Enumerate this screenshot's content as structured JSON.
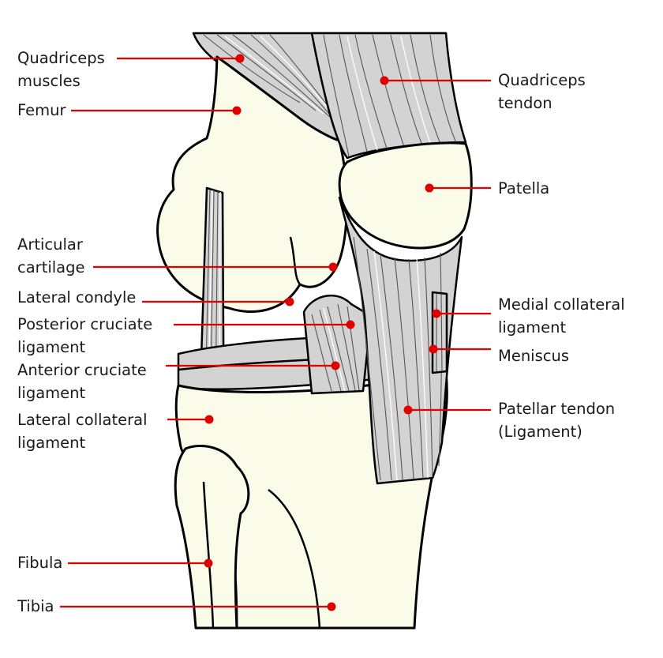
{
  "labels": {
    "quadriceps_muscles": [
      "Quadriceps",
      "muscles"
    ],
    "femur": [
      "Femur"
    ],
    "articular_cartilage": [
      "Articular",
      "cartilage"
    ],
    "lateral_condyle": [
      "Lateral condyle"
    ],
    "posterior_cruciate": [
      "Posterior cruciate",
      "ligament"
    ],
    "anterior_cruciate": [
      "Anterior cruciate",
      "ligament"
    ],
    "lateral_collateral": [
      "Lateral collateral",
      "ligament"
    ],
    "fibula": [
      "Fibula"
    ],
    "tibia": [
      "Tibia"
    ],
    "quadriceps_tendon": [
      "Quadriceps",
      "tendon"
    ],
    "patella": [
      "Patella"
    ],
    "medial_collateral": [
      "Medial collateral",
      "ligament"
    ],
    "meniscus": [
      "Meniscus"
    ],
    "patellar_tendon": [
      "Patellar tendon",
      "(Ligament)"
    ]
  },
  "colors": {
    "leader": "#e00000",
    "bone": "#fbfbe9",
    "ligament": "#d3d3d3",
    "outline": "#000000"
  }
}
